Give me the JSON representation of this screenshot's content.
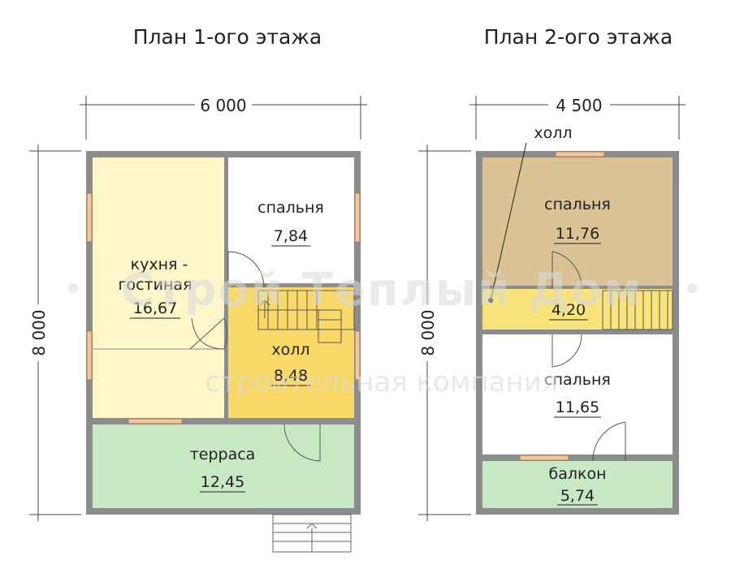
{
  "plan1": {
    "title": "План 1-ого этажа",
    "width_dim": "6 000",
    "height_dim": "8 000",
    "rooms": {
      "kitchen_name_1": "кухня -",
      "kitchen_name_2": "гостиная",
      "kitchen_area": "16,67",
      "bedroom_name": "спальня",
      "bedroom_area": "7,84",
      "hall_name": "холл",
      "hall_area": "8,48",
      "terrace_name": "терраса",
      "terrace_area": "12,45"
    }
  },
  "plan2": {
    "title": "План 2-ого этажа",
    "width_dim": "4 500",
    "height_dim": "8 000",
    "rooms": {
      "hall_callout": "холл",
      "bedroom1_name": "спальня",
      "bedroom1_area": "11,76",
      "hall_area": "4,20",
      "bedroom2_name": "спальня",
      "bedroom2_area": "11,65",
      "balcony_name": "балкон",
      "balcony_area": "5,74"
    }
  },
  "watermark": {
    "line1": "Строй Теплый Дом",
    "line2": "строительная компания"
  },
  "colors": {
    "wall": "#8c8c8c",
    "kitchen": "#fcf6c8",
    "hall": "#f8d968",
    "terrace": "#c6e8c3",
    "bedroom_2f": "#d9c394",
    "hall_2f": "#f8e27a",
    "balcony": "#c6e8c3",
    "window": "#f4c6a0"
  }
}
